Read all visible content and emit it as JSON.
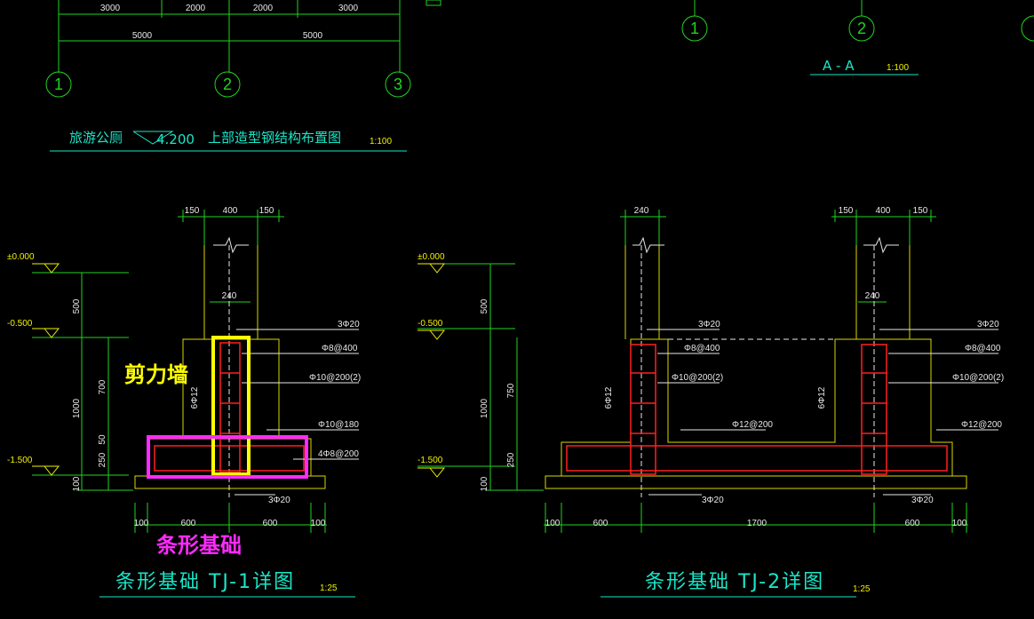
{
  "plan": {
    "top_dims": [
      "3000",
      "2000",
      "2000",
      "3000"
    ],
    "overall_dims": [
      "5000",
      "5000"
    ],
    "axis_labels": [
      "1",
      "2",
      "3"
    ],
    "title_left": "旅游公厕",
    "title_elev": "4.200",
    "title_right": "上部造型钢结构布置图",
    "scale": "1:100"
  },
  "section_aa": {
    "axis_labels": [
      "1",
      "2"
    ],
    "title": "A - A",
    "scale": "1:100"
  },
  "tj1": {
    "top_dims": [
      "150",
      "400",
      "150"
    ],
    "wall_dim": "240",
    "elevations": [
      "±0.000",
      "-0.500",
      "-1.500"
    ],
    "vert_dims": [
      "500",
      "700",
      "50",
      "250",
      "100",
      "1000"
    ],
    "rebar_labels": [
      "3Φ20",
      "Φ8@400",
      "Φ10@200(2)",
      "Φ10@180",
      "4Φ8@200",
      "6Φ12",
      "3Φ20"
    ],
    "bottom_dims": [
      "100",
      "600",
      "600",
      "100"
    ],
    "title": "条形基础 TJ-1详图",
    "scale": "1:25"
  },
  "tj2": {
    "top_dims_left": [
      "240"
    ],
    "top_dims_right": [
      "150",
      "400",
      "150"
    ],
    "wall_dim": "240",
    "elevations": [
      "±0.000",
      "-0.500",
      "-1.500"
    ],
    "vert_dims": [
      "500",
      "750",
      "250",
      "100",
      "1000"
    ],
    "rebar_labels_left": [
      "3Φ20",
      "Φ8@400",
      "Φ10@200(2)",
      "6Φ12"
    ],
    "rebar_labels_right": [
      "3Φ20",
      "Φ8@400",
      "Φ10@200(2)",
      "6Φ12"
    ],
    "rebar_mid": "Φ12@200",
    "rebar_right_slab": "Φ12@200",
    "bottom_bars": [
      "3Φ20",
      "3Φ20"
    ],
    "bottom_dims": [
      "100",
      "600",
      "1700",
      "600",
      "100"
    ],
    "title": "条形基础 TJ-2详图",
    "scale": "1:25"
  },
  "annotations": {
    "shear_wall": "剪力墙",
    "strip_footing": "条形基础"
  },
  "colors": {
    "background": "#000000",
    "dimension_green": "#21d321",
    "outline_yellow": "#d8d800",
    "rebar_red": "#ff2020",
    "title_cyan": "#19e6c8",
    "highlight_yellow": "#ffff00",
    "highlight_magenta": "#ff2aff"
  }
}
